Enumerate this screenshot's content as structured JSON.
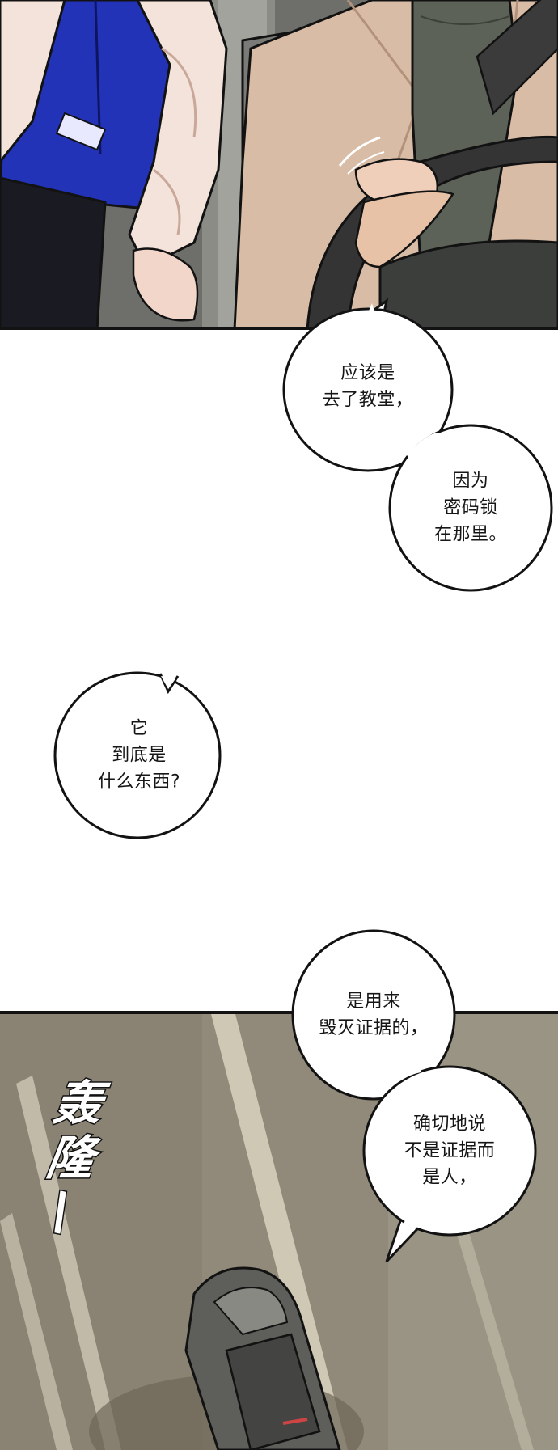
{
  "bubbles": [
    {
      "id": "b1",
      "lines": [
        "应该是",
        "去了教堂，"
      ]
    },
    {
      "id": "b2",
      "lines": [
        "因为",
        "密码锁",
        "在那里。"
      ]
    },
    {
      "id": "b3",
      "lines": [
        "它",
        "到底是",
        "什么东西?"
      ]
    },
    {
      "id": "b4",
      "lines": [
        "是用来",
        "毁灭证据的，"
      ]
    },
    {
      "id": "b5",
      "lines": [
        "确切地说",
        "不是证据而",
        "是人，"
      ]
    }
  ],
  "sfx": {
    "chars": [
      "轰",
      "隆",
      "—"
    ]
  },
  "colors": {
    "ink": "#121212",
    "jacket_left": "#f3e2d8",
    "shirt_blue": "#2233b8",
    "coat_beige": "#d9bca6",
    "road": "#8f8878",
    "car": "#5e5e5a"
  }
}
